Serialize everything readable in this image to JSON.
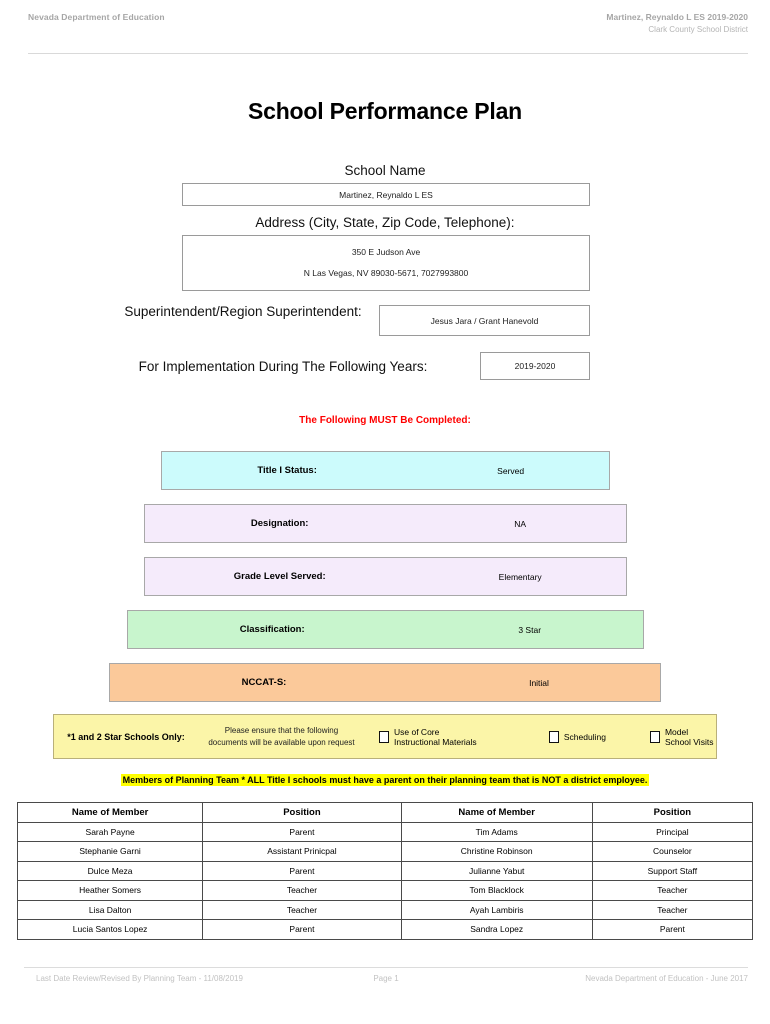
{
  "header": {
    "left": "Nevada Department of Education",
    "right_line1": "Martinez, Reynaldo L ES  2019-2020",
    "right_line2": "Clark County School District"
  },
  "title": "School Performance Plan",
  "fields": {
    "school_name_label": "School Name",
    "school_name_value": "Martinez, Reynaldo L ES",
    "address_label": "Address (City, State, Zip Code, Telephone):",
    "address_line1": "350 E Judson Ave",
    "address_line2": "N Las Vegas, NV  89030-5671, 7027993800",
    "superintendent_label": "Superintendent/Region Superintendent:",
    "superintendent_value": "Jesus Jara / Grant Hanevold",
    "implementation_label": "For Implementation During The Following Years:",
    "implementation_value": "2019-2020"
  },
  "must_complete_notice": "The Following MUST Be Completed:",
  "status_bars": [
    {
      "label": "Title I Status:",
      "value": "Served",
      "color": "#ccfbfc"
    },
    {
      "label": "Designation:",
      "value": "NA",
      "color": "#f5ebfb"
    },
    {
      "label": "Grade Level Served:",
      "value": "Elementary",
      "color": "#f5ebfb"
    },
    {
      "label": "Classification:",
      "value": "3 Star",
      "color": "#c8f5cd"
    },
    {
      "label": "NCCAT-S:",
      "value": "Initial",
      "color": "#fbc99a"
    }
  ],
  "star_schools": {
    "title": "*1 and 2 Star Schools Only:",
    "note_line1": "Please ensure that the following",
    "note_line2": "documents will be available upon request",
    "checkboxes": [
      {
        "label": "Use of Core Instructional Materials",
        "checked": false
      },
      {
        "label": "Scheduling",
        "checked": false
      },
      {
        "label": "Model School Visits",
        "checked": false
      }
    ],
    "highlight_color": "#fbf5a8"
  },
  "planning_note": "Members of Planning Team * ALL Title I schools must have a parent on their planning team that is NOT a district employee.",
  "members_table": {
    "headers": [
      "Name of Member",
      "Position",
      "Name of Member",
      "Position"
    ],
    "rows": [
      [
        "Sarah Payne",
        "Parent",
        "Tim Adams",
        "Principal"
      ],
      [
        "Stephanie Garni",
        "Assistant Prinicpal",
        "Christine Robinson",
        "Counselor"
      ],
      [
        "Dulce Meza",
        "Parent",
        "Julianne Yabut",
        "Support Staff"
      ],
      [
        "Heather Somers",
        "Teacher",
        "Tom Blacklock",
        "Teacher"
      ],
      [
        "Lisa Dalton",
        "Teacher",
        "Ayah Lambiris",
        "Teacher"
      ],
      [
        "Lucia Santos Lopez",
        "Parent",
        "Sandra Lopez",
        "Parent"
      ]
    ]
  },
  "footer": {
    "left": "Last Date Review/Revised By Planning Team - 11/08/2019",
    "center": "Page 1",
    "right": "Nevada Department of Education - June 2017"
  }
}
